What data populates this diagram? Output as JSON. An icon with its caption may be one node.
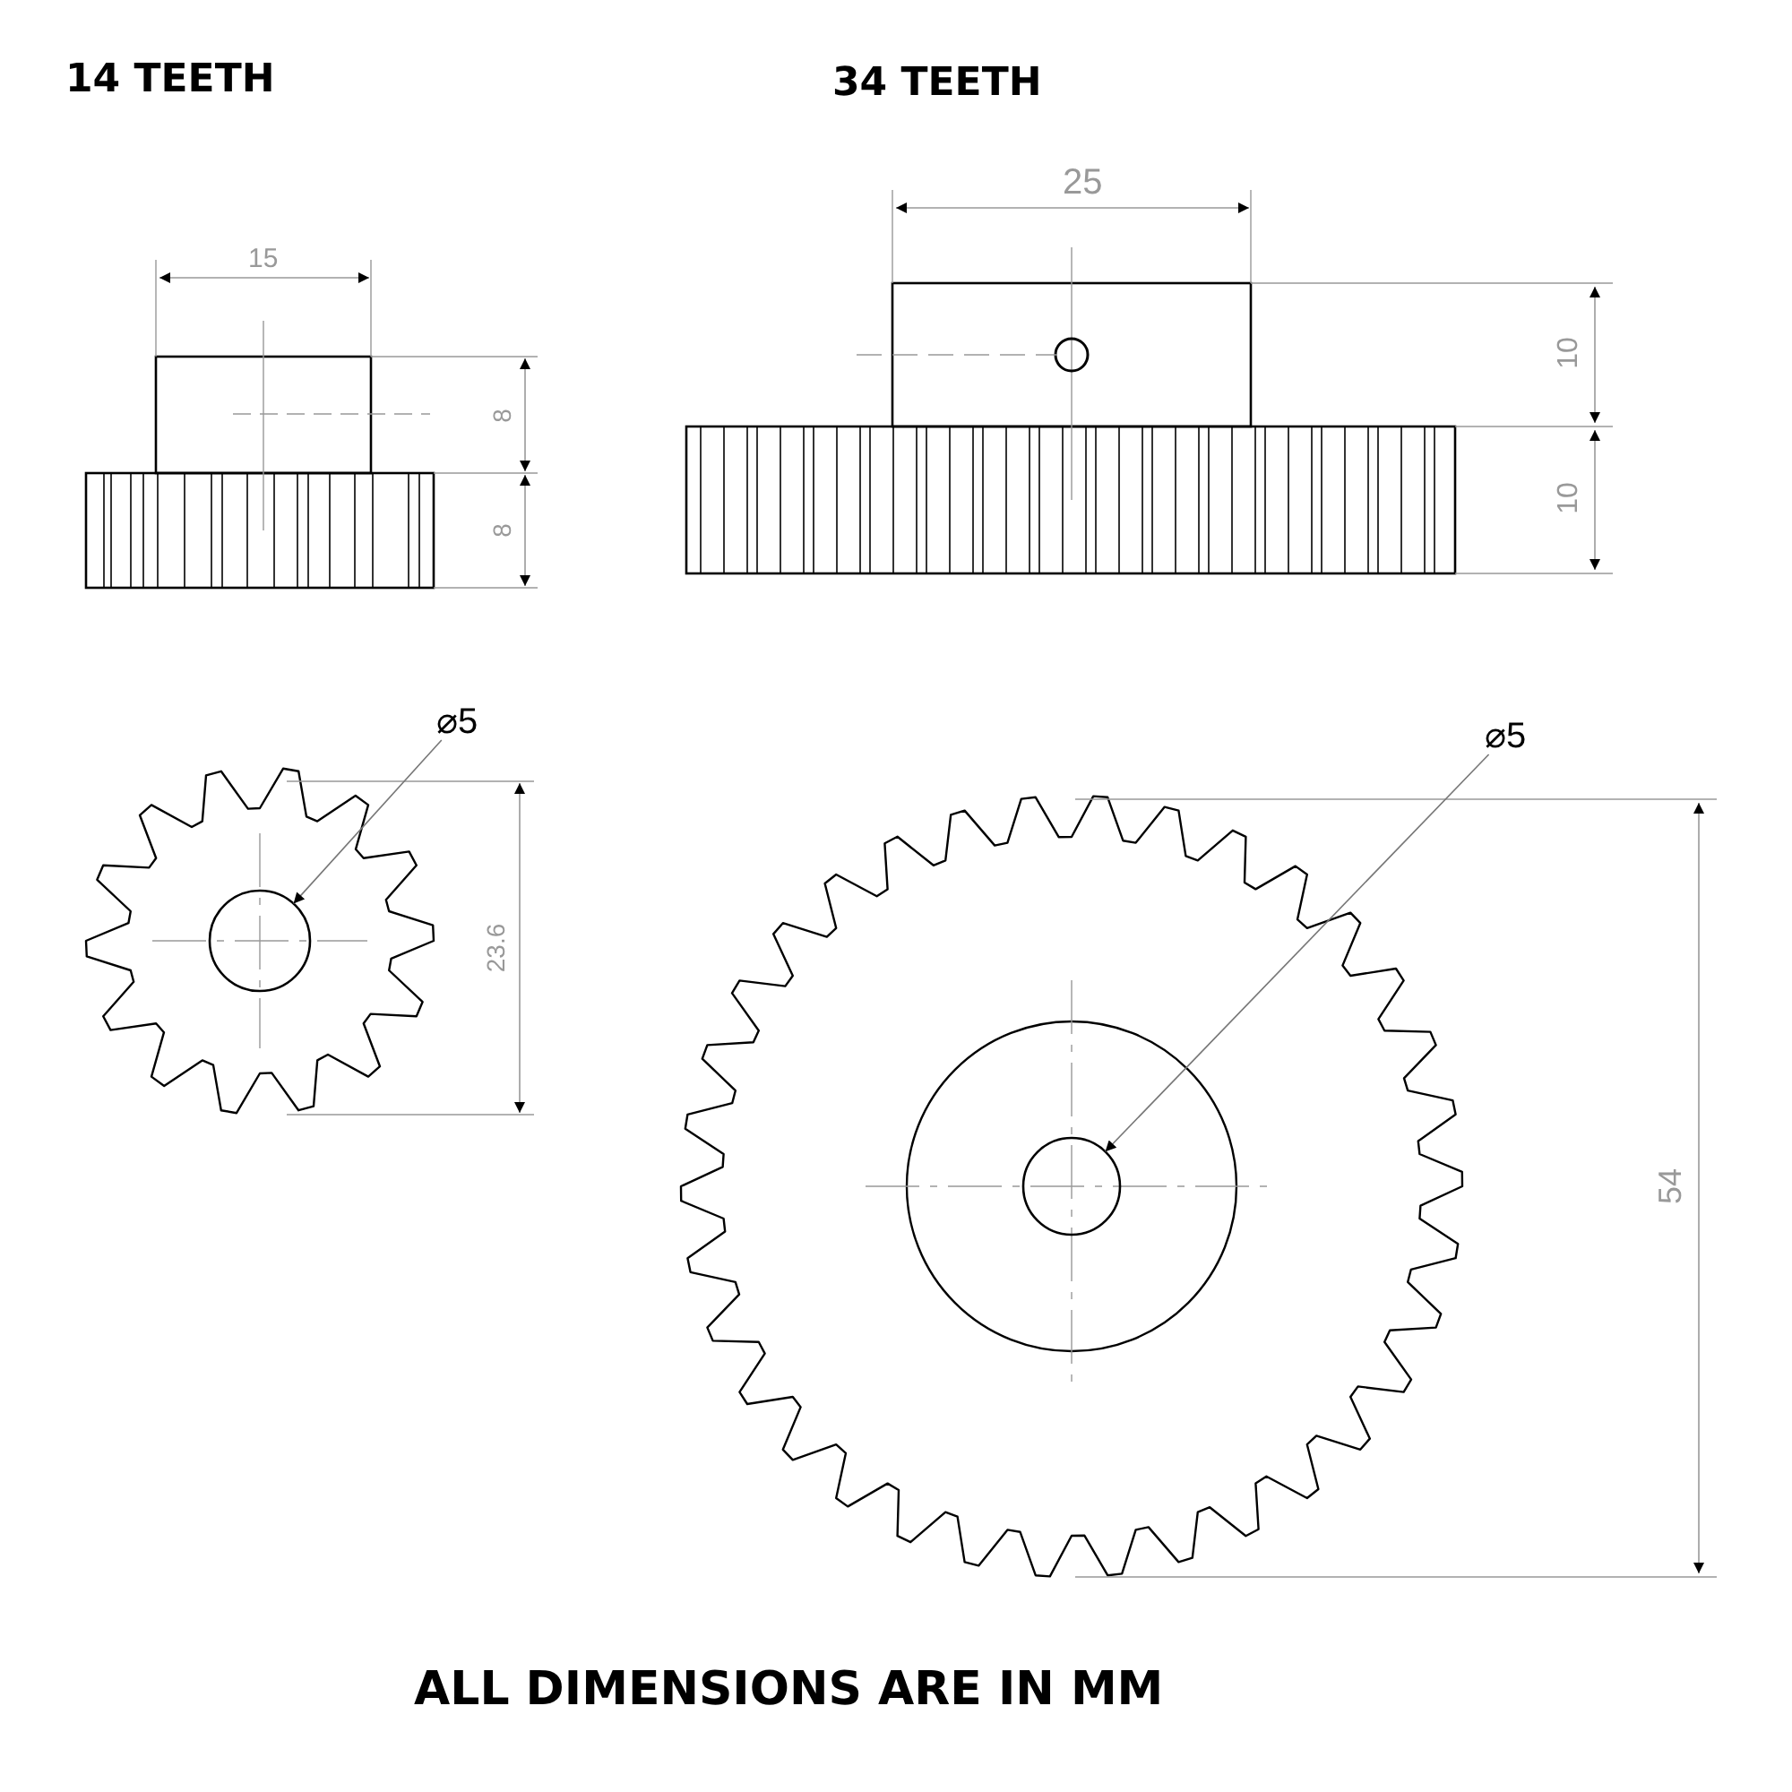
{
  "diagram": {
    "caption": "ALL DIMENSIONS ARE IN MM",
    "nodes": [
      {
        "text": [
          "⌀5"
        ]
      },
      {
        "text": [],
        "shape": "circle"
      },
      {
        "text": [
          "⌀5"
        ]
      },
      {
        "text": [],
        "shape": "circle"
      }
    ],
    "edges": [
      {
        "from": 0,
        "to": 1,
        "arrow": "to"
      },
      {
        "from": 2,
        "to": 3,
        "arrow": "to"
      }
    ],
    "labels": [
      "14 TEETH",
      "34 TEETH",
      "15",
      "25",
      "8",
      "10",
      "8",
      "10",
      "23.6",
      "54"
    ]
  }
}
